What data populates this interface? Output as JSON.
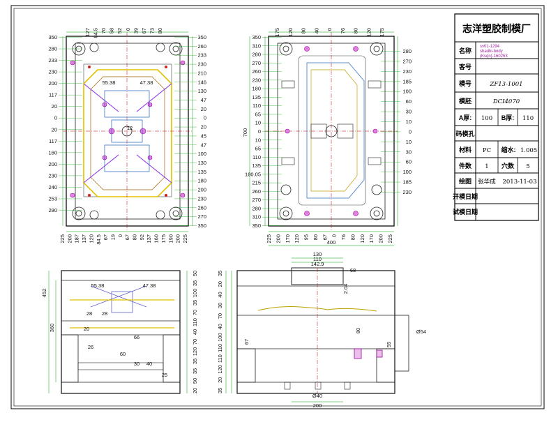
{
  "company": "志洋塑胶制模厂",
  "title_block": {
    "name_label": "名称",
    "name_value": [
      "sv01-1294",
      "shadhi-body",
      "(Ksqn)-160253"
    ],
    "customer_label": "客号",
    "customer_value": "",
    "mold_no_label": "模号",
    "mold_no_value": "ZF13-1001",
    "mold_base_label": "模胚",
    "mold_base_value": "DCI4070",
    "a_plate_label": "A厚:",
    "a_plate_value": "100",
    "b_plate_label": "B厚:",
    "b_plate_value": "110",
    "sprue_label": "码模孔",
    "material_label": "材料",
    "material_value": "PC",
    "shrink_label": "缩水:",
    "shrink_value": "1.005",
    "pieces_label": "件数",
    "pieces_value": "1",
    "cavity_label": "穴数",
    "cavity_value": "5",
    "drawer_label": "绘图",
    "drawer_value": "张华成",
    "date_value": "2013-11-03",
    "open_date_label": "开模日期",
    "trial_date_label": "试模日期"
  },
  "left_plan": {
    "left_labels": [
      "350",
      "280",
      "233",
      "230",
      "200",
      "117",
      "20",
      "0",
      "20",
      "117",
      "160",
      "200",
      "230",
      "240",
      "253",
      "280"
    ],
    "right_labels": [
      "350",
      "260",
      "233",
      "230",
      "210",
      "146",
      "130",
      "47",
      "20",
      "0",
      "20",
      "45",
      "47",
      "100",
      "130",
      "135",
      "180",
      "200",
      "230",
      "260",
      "270",
      "350"
    ],
    "top_labels": [
      "127",
      "84.5",
      "70",
      "58",
      "52",
      "0",
      "39",
      "67",
      "73",
      "80"
    ],
    "bottom_labels": [
      "225",
      "200",
      "187",
      "137",
      "120",
      "84.5",
      "67",
      "19",
      "0",
      "67",
      "80",
      "92",
      "137",
      "160",
      "175",
      "190",
      "200",
      "225"
    ],
    "inner_labels": [
      "55.38",
      "47.38",
      "12"
    ]
  },
  "right_plan": {
    "left_labels": [
      "350",
      "310",
      "280",
      "270",
      "260",
      "230",
      "180",
      "135",
      "110",
      "65",
      "10",
      "0",
      "10",
      "65",
      "110",
      "135",
      "180.05",
      "215",
      "260",
      "270",
      "280",
      "310",
      "350"
    ],
    "right_labels": [
      "280",
      "270",
      "230",
      "185",
      "100",
      "60",
      "30",
      "10",
      "0",
      "10",
      "30",
      "60",
      "100",
      "185",
      "230"
    ],
    "top_labels": [
      "175",
      "120",
      "80",
      "40",
      "0",
      "76",
      "80",
      "120",
      "175"
    ],
    "bottom_labels": [
      "225",
      "200",
      "170",
      "120",
      "95",
      "80",
      "67",
      "0",
      "76",
      "80",
      "120",
      "170",
      "200",
      "225"
    ],
    "width_label": "400",
    "height_label": "700"
  },
  "left_section": {
    "left_labels": [
      "452",
      "360"
    ],
    "right_labels": [
      "50",
      "35",
      "100",
      "35",
      "70",
      "110",
      "40",
      "70",
      "120",
      "35",
      "35",
      "50",
      "20"
    ],
    "inner_labels": [
      "55.38",
      "47.38",
      "28",
      "28",
      "20",
      "26",
      "66",
      "60",
      "30",
      "40",
      "25"
    ]
  },
  "right_section": {
    "top_labels": [
      "130",
      "110",
      "142.9",
      "68"
    ],
    "left_labels": [
      "35",
      "20",
      "40",
      "30",
      "70",
      "40",
      "100",
      "110",
      "110",
      "120",
      "20",
      "35"
    ],
    "inner_labels": [
      "67",
      "2.04",
      "55",
      "80"
    ],
    "right_labels": [
      "Ø54"
    ],
    "bottom_labels": [
      "Ø40",
      "200"
    ]
  },
  "colors": {
    "dim_line": "#00a000",
    "outline": "#202020",
    "cooling": "#e0c000",
    "accent": "#c000c0"
  }
}
